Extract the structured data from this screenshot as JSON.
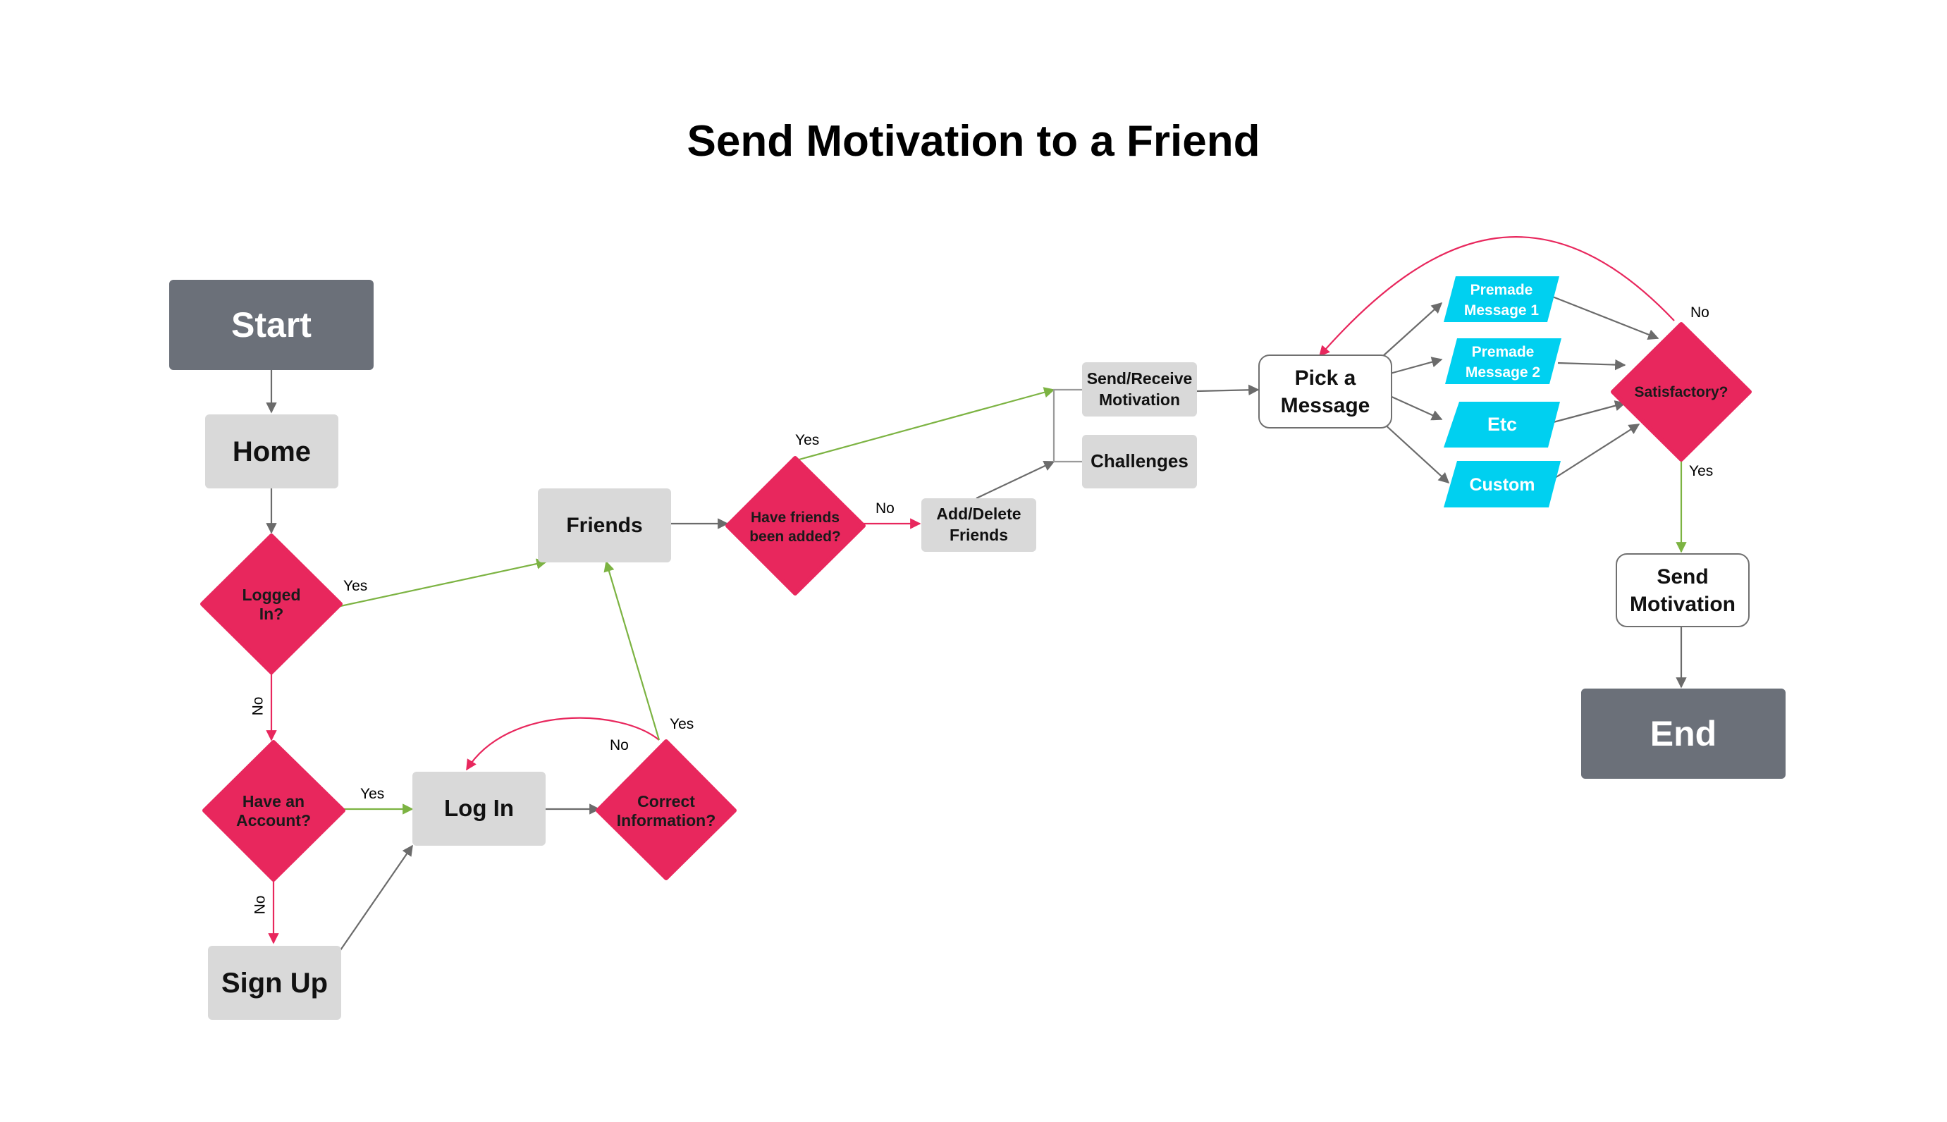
{
  "title": "Send Motivation to a Friend",
  "colors": {
    "terminal": "#6b7079",
    "process": "#d9d9d9",
    "decision": "#e8275d",
    "data": "#00d0f0",
    "yes": "#7cb342",
    "no": "#e8275d",
    "neutral": "#707070"
  },
  "nodes": {
    "start": "Start",
    "home": "Home",
    "logged_in": [
      "Logged",
      "In?"
    ],
    "have_account": [
      "Have an",
      "Account?"
    ],
    "sign_up": "Sign Up",
    "log_in": "Log In",
    "correct_info": [
      "Correct",
      "Information?"
    ],
    "friends": "Friends",
    "friends_added": [
      "Have friends",
      "been added?"
    ],
    "add_delete": [
      "Add/Delete",
      "Friends"
    ],
    "send_receive": [
      "Send/Receive",
      "Motivation"
    ],
    "challenges": "Challenges",
    "pick_message": [
      "Pick a",
      "Message"
    ],
    "premade1": [
      "Premade",
      "Message 1"
    ],
    "premade2": [
      "Premade",
      "Message 2"
    ],
    "etc": "Etc",
    "custom": "Custom",
    "satisfactory": "Satisfactory?",
    "send_motivation": [
      "Send",
      "Motivation"
    ],
    "end": "End"
  },
  "labels": {
    "logged_yes": "Yes",
    "logged_no": "No",
    "account_yes": "Yes",
    "account_no": "No",
    "correct_yes": "Yes",
    "correct_no": "No",
    "friends_yes": "Yes",
    "friends_no": "No",
    "satisfactory_no": "No",
    "satisfactory_yes": "Yes"
  }
}
